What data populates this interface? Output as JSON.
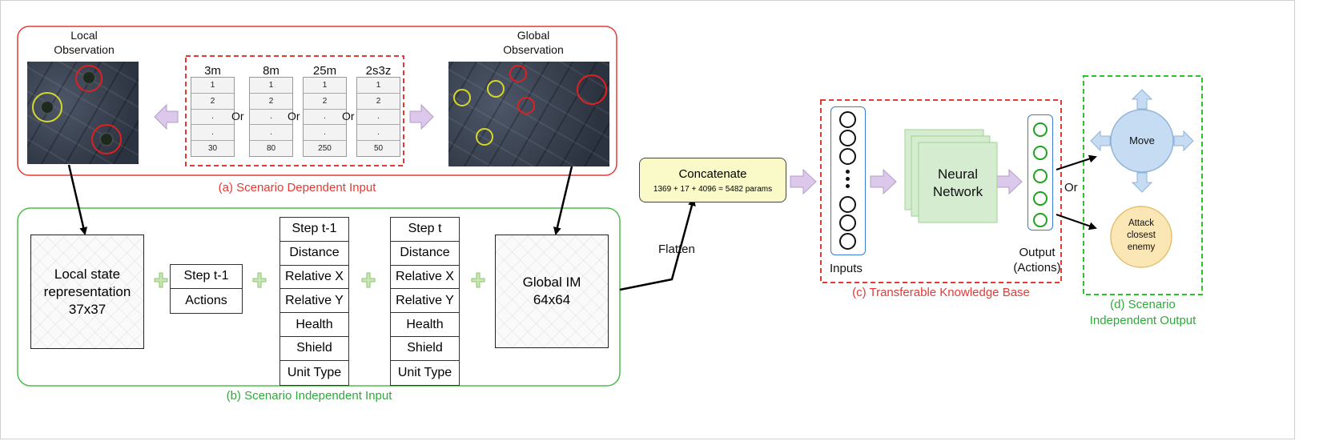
{
  "sections": {
    "a": "(a) Scenario Dependent Input",
    "b": "(b) Scenario Independent Input",
    "c": "(c) Transferable Knowledge Base",
    "d_line1": "(d) Scenario",
    "d_line2": "Independent Output"
  },
  "local_obs": {
    "line1": "Local",
    "line2": "Observation"
  },
  "global_obs": {
    "line1": "Global",
    "line2": "Observation"
  },
  "scenarios": [
    {
      "name": "3m",
      "rows": [
        "1",
        "2",
        ".",
        ".",
        "30"
      ]
    },
    {
      "name": "8m",
      "rows": [
        "1",
        "2",
        ".",
        ".",
        "80"
      ]
    },
    {
      "name": "25m",
      "rows": [
        "1",
        "2",
        ".",
        ".",
        "250"
      ]
    },
    {
      "name": "2s3z",
      "rows": [
        "1",
        "2",
        ".",
        ".",
        "50"
      ]
    }
  ],
  "or_label": "Or",
  "local_state": {
    "line1": "Local state",
    "line2": "representation",
    "line3": "37x37"
  },
  "prev_actions": [
    "Step t-1",
    "Actions"
  ],
  "features_prev": [
    "Step t-1",
    "Distance",
    "Relative X",
    "Relative Y",
    "Health",
    "Shield",
    "Unit Type"
  ],
  "features_curr": [
    "Step t",
    "Distance",
    "Relative X",
    "Relative Y",
    "Health",
    "Shield",
    "Unit Type"
  ],
  "global_im": {
    "line1": "Global IM",
    "line2": "64x64"
  },
  "flatten": "Flatten",
  "concat": {
    "title": "Concatenate",
    "formula": "1369 + 17 + 4096 = 5482 params"
  },
  "network": {
    "inputs_label": "Inputs",
    "nn_line1": "Neural",
    "nn_line2": "Network",
    "output_line1": "Output",
    "output_line2": "(Actions)"
  },
  "outputs": {
    "move": "Move",
    "attack_line1": "Attack",
    "attack_line2": "closest",
    "attack_line3": "enemy",
    "or": "Or"
  },
  "colors": {
    "red": "#e53935",
    "green": "#2eaa3c",
    "arrow_purple": "#dcc8ea",
    "concat_fill": "#fafac8",
    "nn_fill": "#d5ecd0",
    "move_fill": "#c6dcf3",
    "attack_fill": "#fbe7b5"
  }
}
